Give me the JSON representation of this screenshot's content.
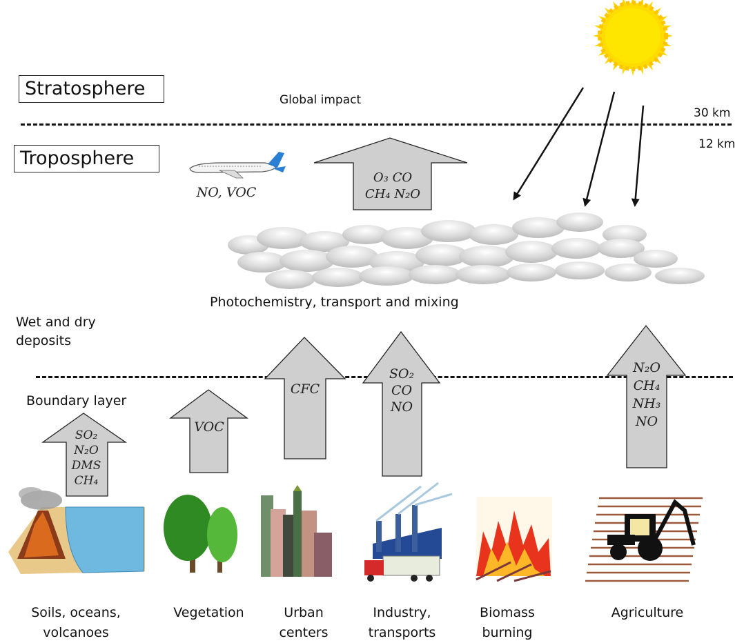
{
  "layers": {
    "stratosphere": "Stratosphere",
    "troposphere": "Troposphere",
    "boundary": "Boundary layer"
  },
  "altitudes": {
    "high": "30 km",
    "low": "12 km"
  },
  "labels": {
    "global_impact": "Global impact",
    "photochemistry": "Photochemistry, transport and mixing",
    "deposits": "Wet and dry\ndeposits"
  },
  "aircraft_emissions": "NO, VOC",
  "arrows": {
    "upper": "O₃  CO\nCH₄ N₂O",
    "soils": "SO₂\nN₂O\nDMS\nCH₄",
    "vegetation": "VOC",
    "urban": "CFC",
    "industry": "SO₂\nCO\nNO",
    "agriculture": "N₂O\nCH₄\nNH₃\nNO"
  },
  "sources": {
    "soils": "Soils, oceans,\nvolcanoes",
    "vegetation": "Vegetation",
    "urban": "Urban\ncenters",
    "industry": "Industry,\ntransports",
    "biomass": "Biomass\nburning",
    "agriculture": "Agriculture"
  },
  "colors": {
    "arrow_fill": "#cfcfcf",
    "sun": "#ffd400",
    "ocean": "#6fb8df",
    "tree": "#2f8a23"
  }
}
